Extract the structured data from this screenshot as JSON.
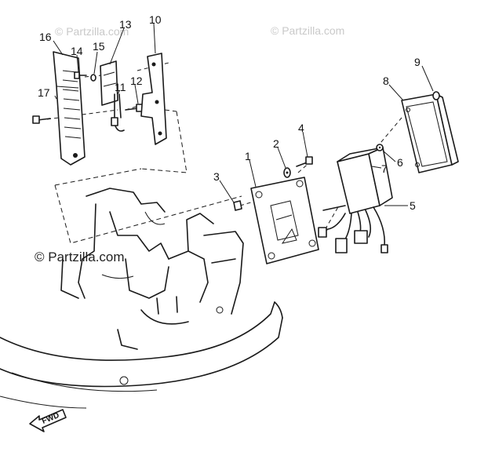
{
  "watermark": {
    "text": "© Partzilla.com"
  },
  "fwd_label": "FWD",
  "callouts": [
    "1",
    "2",
    "3",
    "4",
    "5",
    "6",
    "7",
    "8",
    "9",
    "10",
    "11",
    "12",
    "13",
    "14",
    "15",
    "16",
    "17"
  ]
}
